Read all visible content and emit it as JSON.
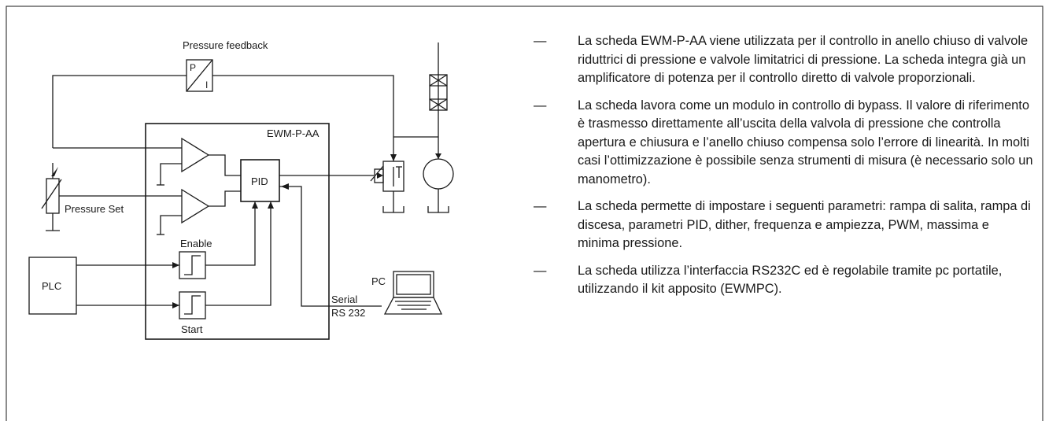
{
  "diagram": {
    "pressure_feedback_label": "Pressure  feedback",
    "transducer_p": "P",
    "transducer_i": "I",
    "card_label": "EWM-P-AA",
    "pid_label": "PID",
    "pressure_set_label": "Pressure Set",
    "enable_label": "Enable",
    "start_label": "Start",
    "plc_label": "PLC",
    "pc_label": "PC",
    "serial_label": "Serial",
    "rs232_label": "RS 232"
  },
  "description": {
    "dash": "—",
    "items": [
      "La scheda EWM-P-AA viene utilizzata per il controllo in anello chiuso di valvole riduttrici di pressione e valvole limitatrici di pressione. La scheda integra già un amplificatore di potenza per il controllo diretto di valvole proporzionali.",
      "La scheda lavora come un modulo in controllo di bypass. Il valore di riferimento è trasmesso direttamente all’uscita della valvola di pressione che controlla apertura e chiusura e l’anello chiuso compensa solo l’errore di linearità. In molti casi l’ottimizzazione è possibile senza strumenti di misura (è necessario solo un manometro).",
      "La scheda permette di impostare i seguenti parametri: rampa di salita, rampa di discesa, parametri PID, dither, frequenza e ampiezza, PWM, massima e minima pressione.",
      "La scheda utilizza l’interfaccia RS232C ed è regolabile tramite pc portatile, utilizzando il kit apposito (EWMPC)."
    ]
  }
}
